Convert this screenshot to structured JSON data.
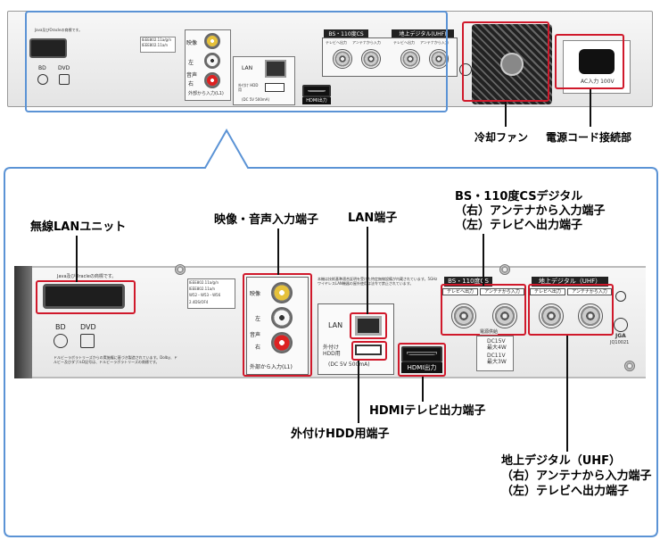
{
  "colors": {
    "accent_blue": "#5b93d5",
    "highlight_red": "#d0192b",
    "callout_line": "#111111"
  },
  "top": {
    "java_notice": "Java及びOracleの商標です。",
    "bd": "BD",
    "dvd": "DVD",
    "video": "映像",
    "left": "左",
    "audio": "音声",
    "right": "右",
    "ext_input": "外部から入力(L1)",
    "lan": "LAN",
    "hdd_label": "外付け HDD用",
    "hdd_power": "(DC 5V 500mA)",
    "hdmi": "HDMI出力",
    "bs": "BS・110度CS",
    "terrestrial": "地上デジタル(UHF)",
    "to_tv": "テレビへ出力",
    "from_antenna": "アンテナから入力",
    "ac": "AC入力 100V",
    "std1": "IEEE802.11a/g/n",
    "std2": "IEEE802.11a/n",
    "jga": "JGA"
  },
  "callouts_top": {
    "fan": "冷却ファン",
    "power": "電源コード接続部"
  },
  "detail": {
    "java_notice": "Java及びOracleの商標です。",
    "bd": "BD",
    "dvd": "DVD",
    "std1": "IEEE802.11a/g/n",
    "std2": "IEEE802.11a/n",
    "w52": "W52・W53・W56",
    "band": "2.4DS/OF4",
    "dolby_note": "ドルビーラボラトリーズからの実施権に基づき製造されています。Dolby、ドルビー及びダブルD記号は、ドルビーラボラトリーズの商標です。",
    "video": "映像",
    "left": "左",
    "audio": "音声",
    "right": "右",
    "ext_input": "外部から入力(L1)",
    "notice": "本機は技術基準適合証明を受けた特定無線設備が内蔵されています。5GHzワイヤレスLAN機器の屋外使用は法令で禁止されています。",
    "lan": "LAN",
    "hdd_label": "外付け HDD用",
    "hdd_power": "(DC 5V 500mA)",
    "hdmi": "HDMI出力",
    "bs": "BS・110度CS",
    "terrestrial": "地上デジタル（UHF）",
    "to_tv": "テレビへ出力",
    "from_antenna": "アンテナから入力",
    "power_supply": "電源供給",
    "dc15": "DC15V",
    "max4w": "最大4W",
    "dc11": "DC11V",
    "max3w": "最大3W",
    "jga": "JGA",
    "jq": "JQ10021"
  },
  "callouts": {
    "wireless_lan": "無線LANユニット",
    "av_input": "映像・音声入力端子",
    "lan_port": "LAN端子",
    "bs_line1": "BS・110度CSデジタル",
    "bs_line2": "（右）アンテナから入力端子",
    "bs_line3": "（左）テレビへ出力端子",
    "hdmi_out": "HDMIテレビ出力端子",
    "ext_hdd": "外付けHDD用端子",
    "terr_line1": "地上デジタル（UHF）",
    "terr_line2": "（右）アンテナから入力端子",
    "terr_line3": "（左）テレビへ出力端子"
  }
}
